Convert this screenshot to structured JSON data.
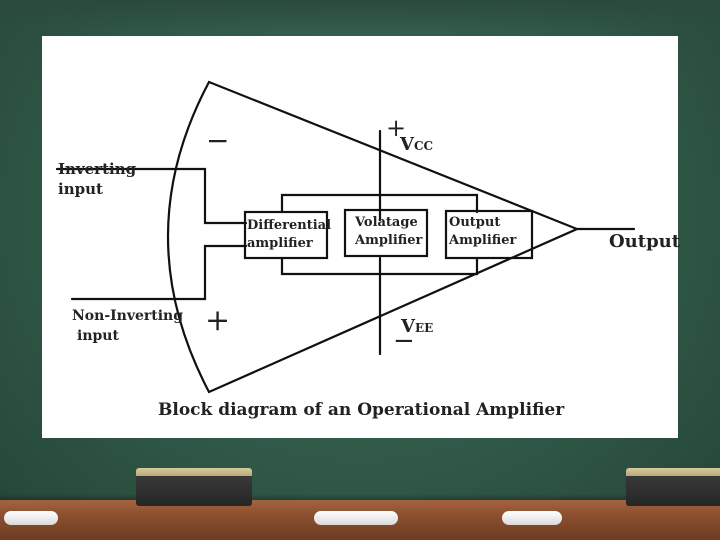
{
  "diagram": {
    "inverting_input": [
      "Inverting",
      "input"
    ],
    "non_inverting_input": [
      "Non-Inverting",
      "input"
    ],
    "minus_sign": "−",
    "plus_sign": "+",
    "vcc_sign": "+",
    "vcc_label": "V",
    "vcc_sub": "CC",
    "vee_label": "V",
    "vee_sub": "EE",
    "vee_sign": "−",
    "blocks": [
      [
        "Differential",
        "amplifier"
      ],
      [
        "Volatage",
        "Amplifier"
      ],
      [
        "Output",
        "Amplifier"
      ]
    ],
    "output_label": "Output",
    "caption": "Block diagram of an Operational Amplifier"
  }
}
